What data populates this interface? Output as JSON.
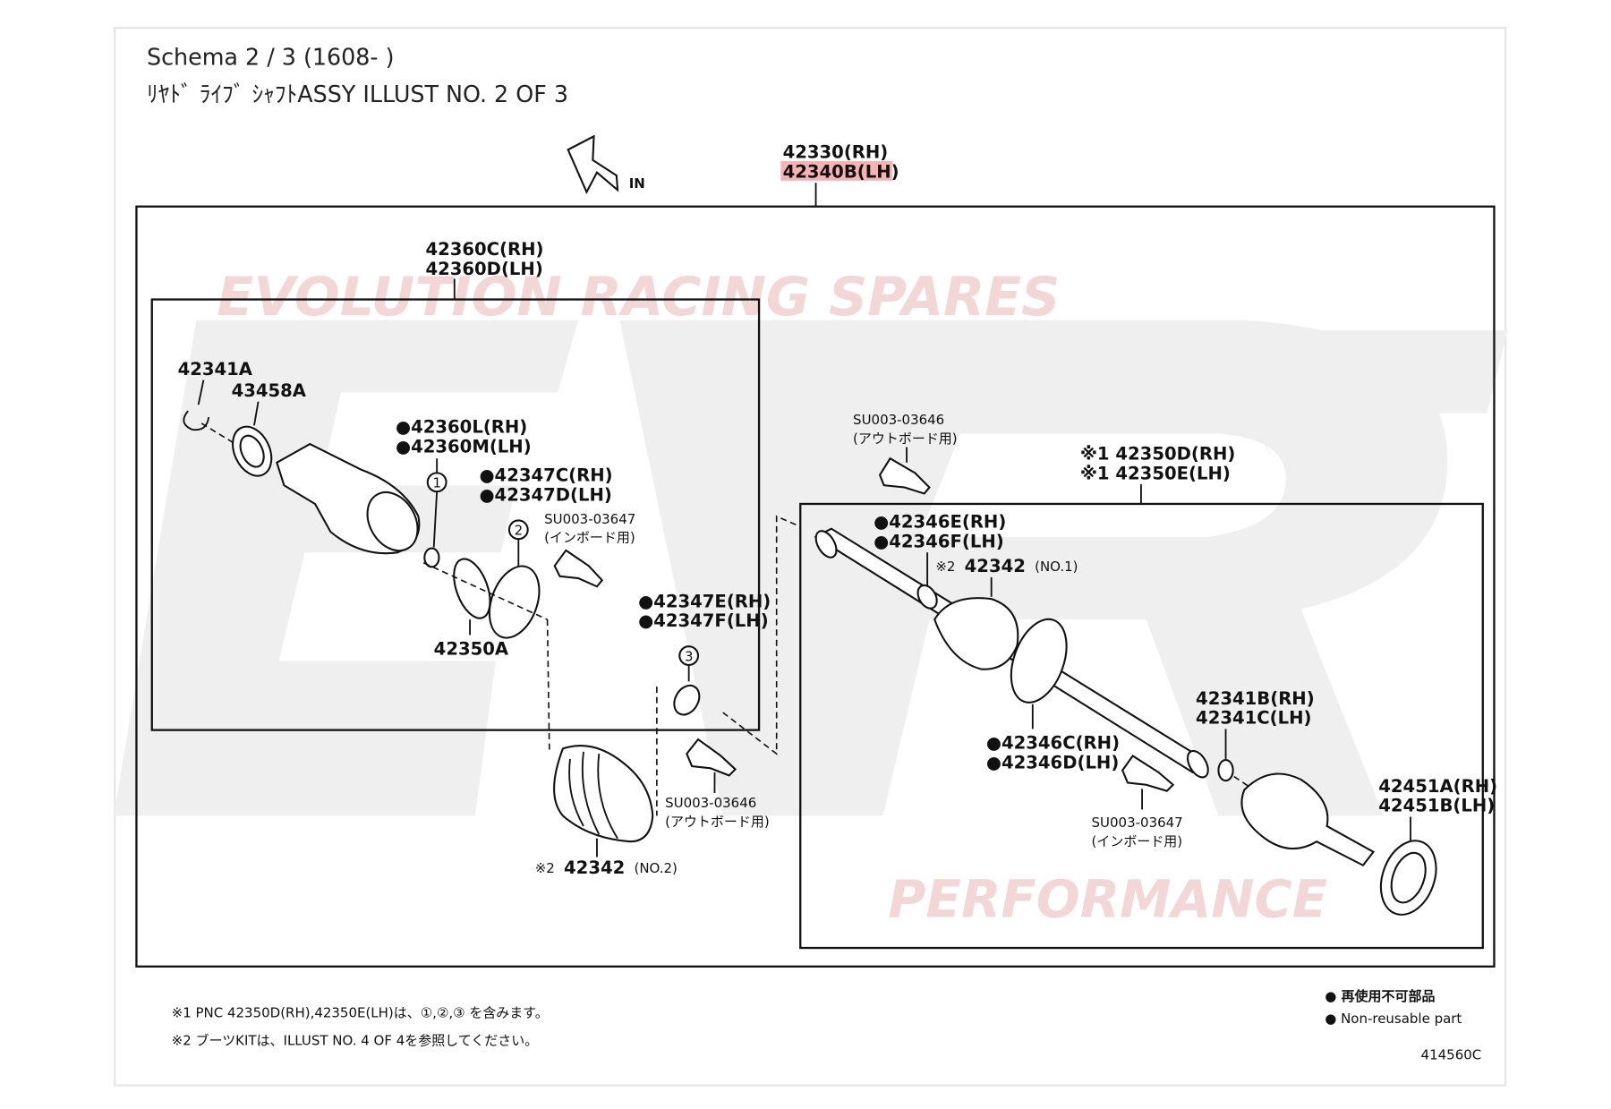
{
  "header": {
    "title": "Schema 2 / 3 (1608- )",
    "subtitle": "ﾘﾔﾄﾞ ﾗｲﾌﾞ ｼｬﾌﾄASSY ILLUST NO. 2 OF 3"
  },
  "direction": {
    "label": "IN"
  },
  "assembly": {
    "rh": "42330(RH)",
    "lh": "42340B(LH)",
    "highlight_color": "#f4a0a0"
  },
  "watermark": {
    "top": "EVOLUTION RACING SPARES",
    "bottom": "PERFORMANCE",
    "logo": "ERS"
  },
  "left_group": {
    "rh": "42360C(RH)",
    "lh": "42360D(LH)",
    "parts": {
      "p42341a": "42341A",
      "p43458a": "43458A",
      "p42360l": "●42360L(RH)",
      "p42360m": "●42360M(LH)",
      "p42347c": "●42347C(RH)",
      "p42347d": "●42347D(LH)",
      "grease_in_code": "SU003-03647",
      "grease_in_note": "(インボード用)",
      "p42347e": "●42347E(RH)",
      "p42347f": "●42347F(LH)",
      "p42350a": "42350A",
      "grease_out_code": "SU003-03646",
      "grease_out_note": "(アウトボード用)",
      "boot_mark": "※2",
      "boot_no": "42342",
      "boot_suffix": "(NO.2)",
      "c1": "1",
      "c2": "2",
      "c3": "3"
    }
  },
  "right_group": {
    "rh": "※1 42350D(RH)",
    "lh": "※1 42350E(LH)",
    "parts": {
      "grease_out_code": "SU003-03646",
      "grease_out_note": "(アウトボード用)",
      "p42346e": "●42346E(RH)",
      "p42346f": "●42346F(LH)",
      "boot_mark": "※2",
      "boot_no": "42342",
      "boot_suffix": "(NO.1)",
      "p42341b": "42341B(RH)",
      "p42341c": "42341C(LH)",
      "p42346c": "●42346C(RH)",
      "p42346d": "●42346D(LH)",
      "grease_in_code": "SU003-03647",
      "grease_in_note": "(インボード用)",
      "p42451a": "42451A(RH)",
      "p42451b": "42451B(LH)"
    }
  },
  "footer": {
    "note1": "※1 PNC 42350D(RH),42350E(LH)は、①,②,③ を含みます。",
    "note2": "※2 ブーツKITは、ILLUST NO. 4 OF 4を参照してください。",
    "legend_jp": "● 再使用不可部品",
    "legend_en": "● Non-reusable part",
    "illust_code": "414560C"
  }
}
